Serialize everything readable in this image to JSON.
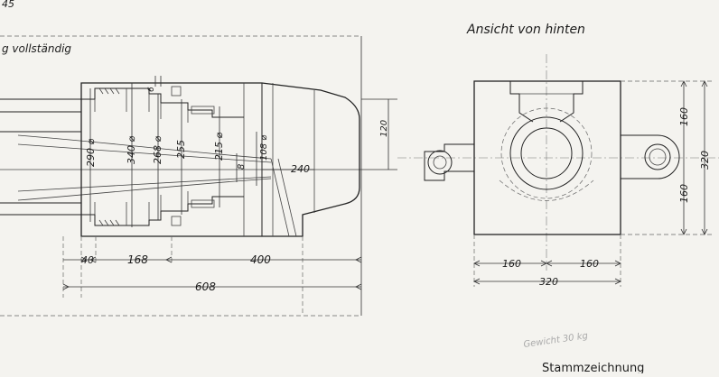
{
  "header": {
    "view_title": "Ansicht von hinten",
    "note_fragment": "g vollständig",
    "note_fragment_top": "45"
  },
  "side_view": {
    "dims_diameters": [
      "290 ⌀",
      "340 ⌀",
      "268 ⌀",
      "255",
      "215 ⌀",
      "108 ⌀",
      "8"
    ],
    "dim_6": "6",
    "dim_120": "120",
    "dim_240": "240",
    "dim_40": "40",
    "dim_168": "168",
    "dim_400": "400",
    "dim_608": "608"
  },
  "rear_view": {
    "dim_160_top": "160",
    "dim_160_bottom": "160",
    "dim_320_vertical": "320",
    "dim_160_left": "160",
    "dim_160_right": "160",
    "dim_320_horizontal": "320"
  },
  "footer": {
    "weight_note": "Gewicht 30 kg",
    "title_block": "Stammzeichnung"
  }
}
